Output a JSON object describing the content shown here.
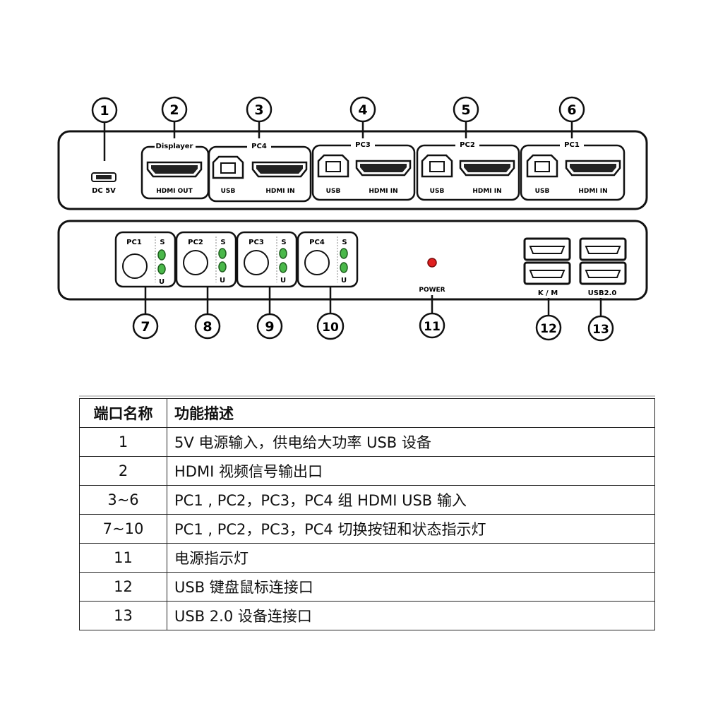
{
  "top_panel": {
    "dc_label": "DC 5V",
    "displayer_label": "Displayer",
    "hdmi_out_label": "HDMI OUT",
    "groups": [
      {
        "header": "PC4",
        "usb": "USB",
        "hdmi": "HDMI IN"
      },
      {
        "header": "PC3",
        "usb": "USB",
        "hdmi": "HDMI IN"
      },
      {
        "header": "PC2",
        "usb": "USB",
        "hdmi": "HDMI IN"
      },
      {
        "header": "PC1",
        "usb": "USB",
        "hdmi": "HDMI IN"
      }
    ]
  },
  "bottom_panel": {
    "buttons": [
      {
        "label": "PC1",
        "s": "S",
        "u": "U"
      },
      {
        "label": "PC2",
        "s": "S",
        "u": "U"
      },
      {
        "label": "PC3",
        "s": "S",
        "u": "U"
      },
      {
        "label": "PC4",
        "s": "S",
        "u": "U"
      }
    ],
    "power_label": "POWER",
    "km_label": "K / M",
    "usb2_label": "USB2.0"
  },
  "callouts": [
    "1",
    "2",
    "3",
    "4",
    "5",
    "6",
    "7",
    "8",
    "9",
    "10",
    "11",
    "12",
    "13"
  ],
  "colors": {
    "led_green": "#4ab84a",
    "led_red": "#e02020"
  },
  "table": {
    "headers": [
      "端口名称",
      "功能描述"
    ],
    "rows": [
      [
        "1",
        "5V  电源输入，供电给大功率 USB 设备"
      ],
      [
        "2",
        "HDMI 视频信号输出口"
      ],
      [
        "3~6",
        "PC1 , PC2，PC3，PC4 组 HDMI    USB 输入"
      ],
      [
        "7~10",
        "PC1 , PC2，PC3，PC4 切换按钮和状态指示灯"
      ],
      [
        "11",
        "电源指示灯"
      ],
      [
        "12",
        "USB 键盘鼠标连接口"
      ],
      [
        "13",
        "USB 2.0  设备连接口"
      ]
    ]
  }
}
